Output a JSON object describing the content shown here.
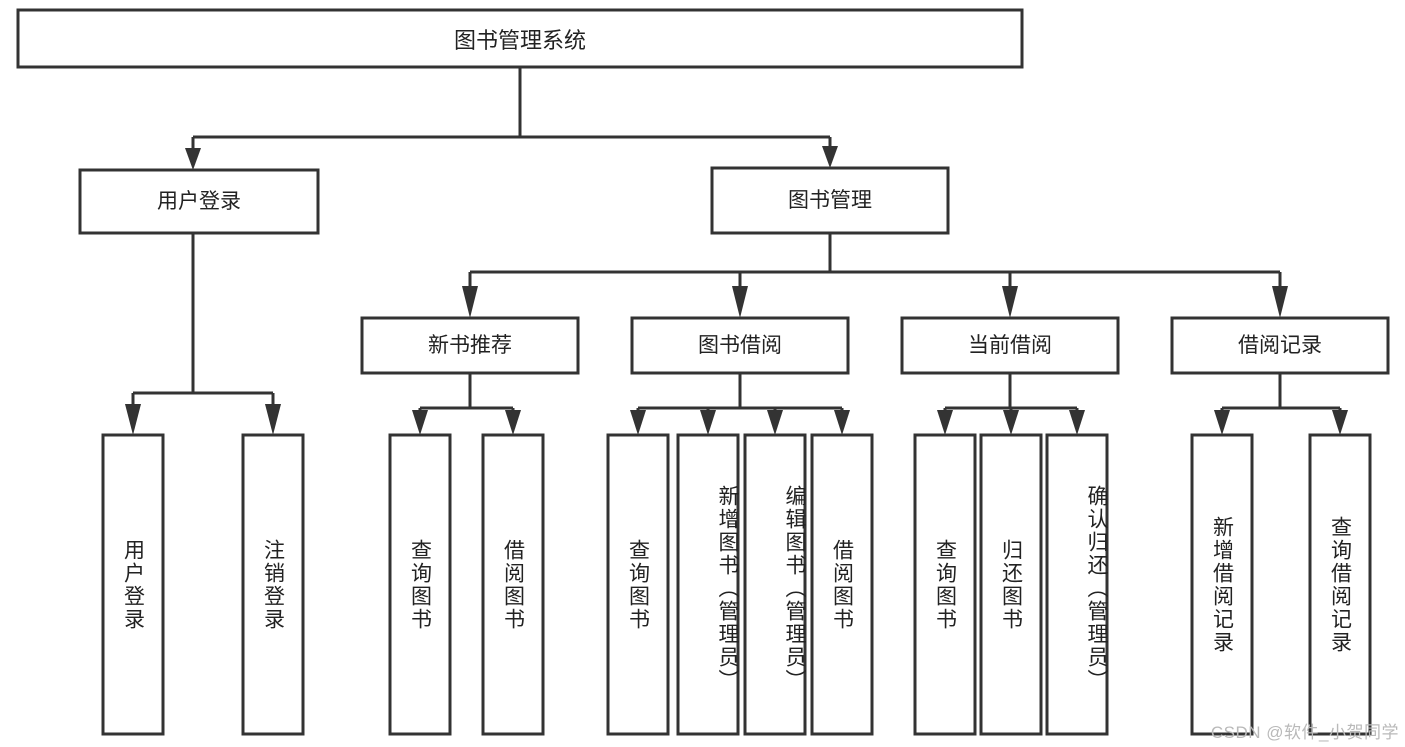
{
  "diagram": {
    "type": "tree",
    "title": "图书管理系统",
    "watermark": "CSDN @软件_小贺同学",
    "colors": {
      "stroke": "#333333",
      "fill": "#ffffff",
      "text": "#222222",
      "watermark": "#b9b9b9",
      "background": "#ffffff"
    },
    "levels": {
      "root": {
        "label": "图书管理系统"
      },
      "level2": [
        {
          "label": "用户登录"
        },
        {
          "label": "图书管理"
        }
      ],
      "level3": [
        {
          "label": "新书推荐"
        },
        {
          "label": "图书借阅"
        },
        {
          "label": "当前借阅"
        },
        {
          "label": "借阅记录"
        }
      ],
      "leaves": [
        {
          "label": "用户登录",
          "parent": "用户登录"
        },
        {
          "label": "注销登录",
          "parent": "用户登录"
        },
        {
          "label": "查询图书",
          "parent": "新书推荐"
        },
        {
          "label": "借阅图书",
          "parent": "新书推荐"
        },
        {
          "label": "查询图书",
          "parent": "图书借阅"
        },
        {
          "label": "新增图书（管理员）",
          "parent": "图书借阅"
        },
        {
          "label": "编辑图书（管理员）",
          "parent": "图书借阅"
        },
        {
          "label": "借阅图书",
          "parent": "图书借阅"
        },
        {
          "label": "查询图书",
          "parent": "当前借阅"
        },
        {
          "label": "归还图书",
          "parent": "当前借阅"
        },
        {
          "label": "确认归还（管理员）",
          "parent": "当前借阅"
        },
        {
          "label": "新增借阅记录",
          "parent": "借阅记录"
        },
        {
          "label": "查询借阅记录",
          "parent": "借阅记录"
        }
      ]
    }
  }
}
